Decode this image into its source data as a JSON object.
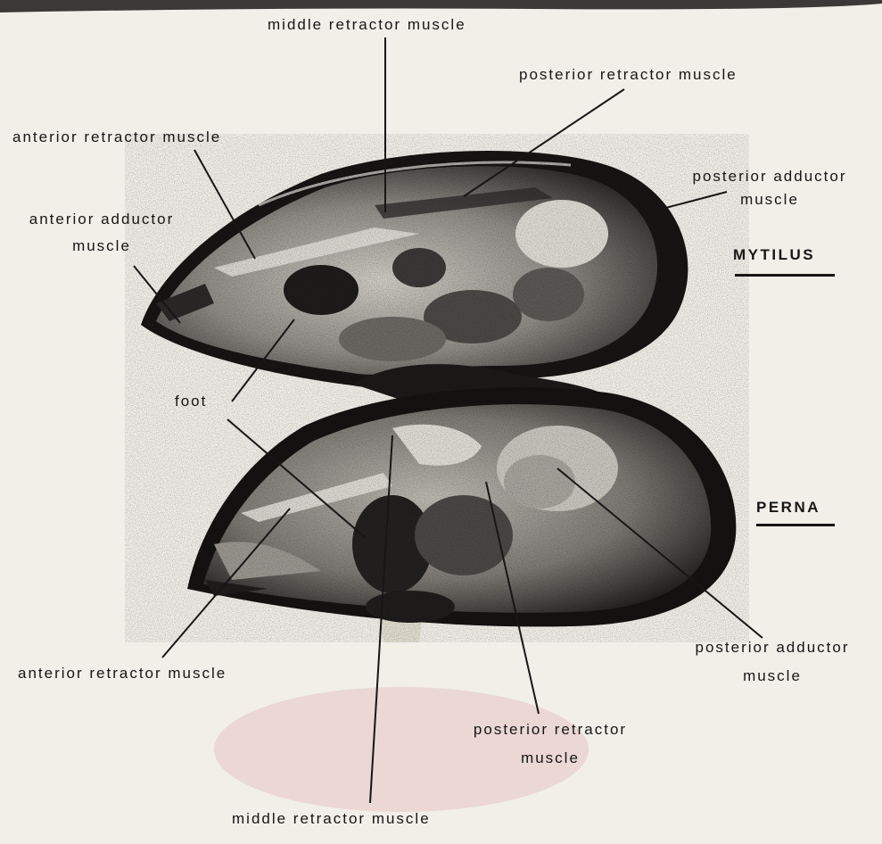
{
  "mytilus": {
    "name": "MYTILUS",
    "labels": {
      "middle_retractor": "middle retractor muscle",
      "posterior_retractor": "posterior retractor muscle",
      "anterior_retractor": "anterior retractor muscle",
      "posterior_adductor_1": "posterior adductor",
      "posterior_adductor_2": "muscle",
      "anterior_adductor_1": "anterior adductor",
      "anterior_adductor_2": "muscle"
    }
  },
  "shared": {
    "foot": "foot"
  },
  "perna": {
    "name": "PERNA",
    "labels": {
      "anterior_retractor": "anterior retractor muscle",
      "posterior_adductor_1": "posterior adductor",
      "posterior_adductor_2": "muscle",
      "posterior_retractor_1": "posterior retractor",
      "posterior_retractor_2": "muscle",
      "middle_retractor": "middle retractor muscle"
    }
  }
}
